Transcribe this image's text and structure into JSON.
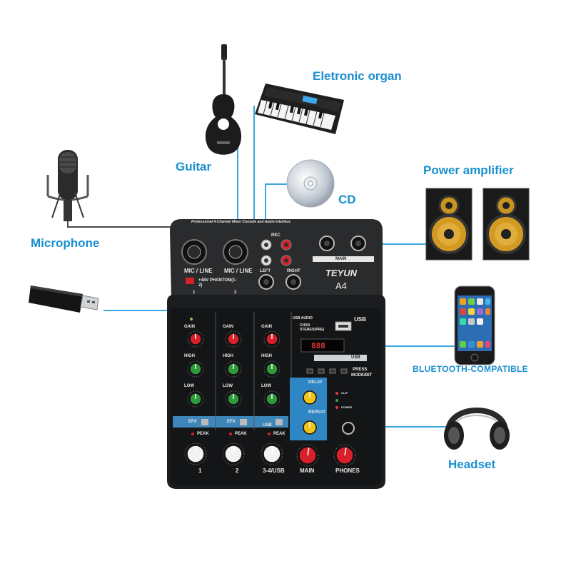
{
  "labels": {
    "electronic_organ": "Eletronic organ",
    "guitar": "Guitar",
    "cd": "CD",
    "power_amplifier": "Power amplifier",
    "microphone": "Microphone",
    "bluetooth": "BLUETOOTH-COMPATIBLE",
    "headset": "Headset"
  },
  "mixer": {
    "brand": "TEYUN",
    "model": "A4",
    "subtitle": "Professional 4-Channel Mixer Console and Audio Interface",
    "mic_line_1": "MIC / LINE",
    "mic_line_2": "MIC / LINE",
    "ch1": "1",
    "ch2": "2",
    "phantom": "+48V PHANTOM(1-2)",
    "rec": "REC",
    "left": "LEFT",
    "right": "RIGHT",
    "main_out": "MAIN",
    "usb": "USB",
    "usb_audio": "USB AUDIO",
    "ch34_stereo": "CH3/4 STEREO(PRE)",
    "gain": "GAIN",
    "high": "HIGH",
    "low": "LOW",
    "efx": "EFX",
    "peak": "PEAK",
    "delay": "DELAY",
    "repeat": "REPEAT",
    "press": "PRESS",
    "mode_bit": "MODE/BIT",
    "display": "888",
    "channel_labels": [
      "1",
      "2",
      "3-4/USB"
    ],
    "main_knob": "MAIN",
    "phones_knob": "PHONES",
    "usb_sw": "USB",
    "clip": "CLIP",
    "power": "POWER"
  },
  "colors": {
    "accent": "#1a8fd0",
    "panel": "#1b1c1e",
    "gain_knob": "#d8202a",
    "eq_knob": "#2f9a3c",
    "fx_panel": "#2f86c4",
    "fx_knob": "#f0c419"
  },
  "icons": [
    "guitar-icon",
    "keyboard-icon",
    "cd-icon",
    "speaker-icon",
    "microphone-icon",
    "usb-stick-icon",
    "smartphone-icon",
    "headphones-icon"
  ]
}
